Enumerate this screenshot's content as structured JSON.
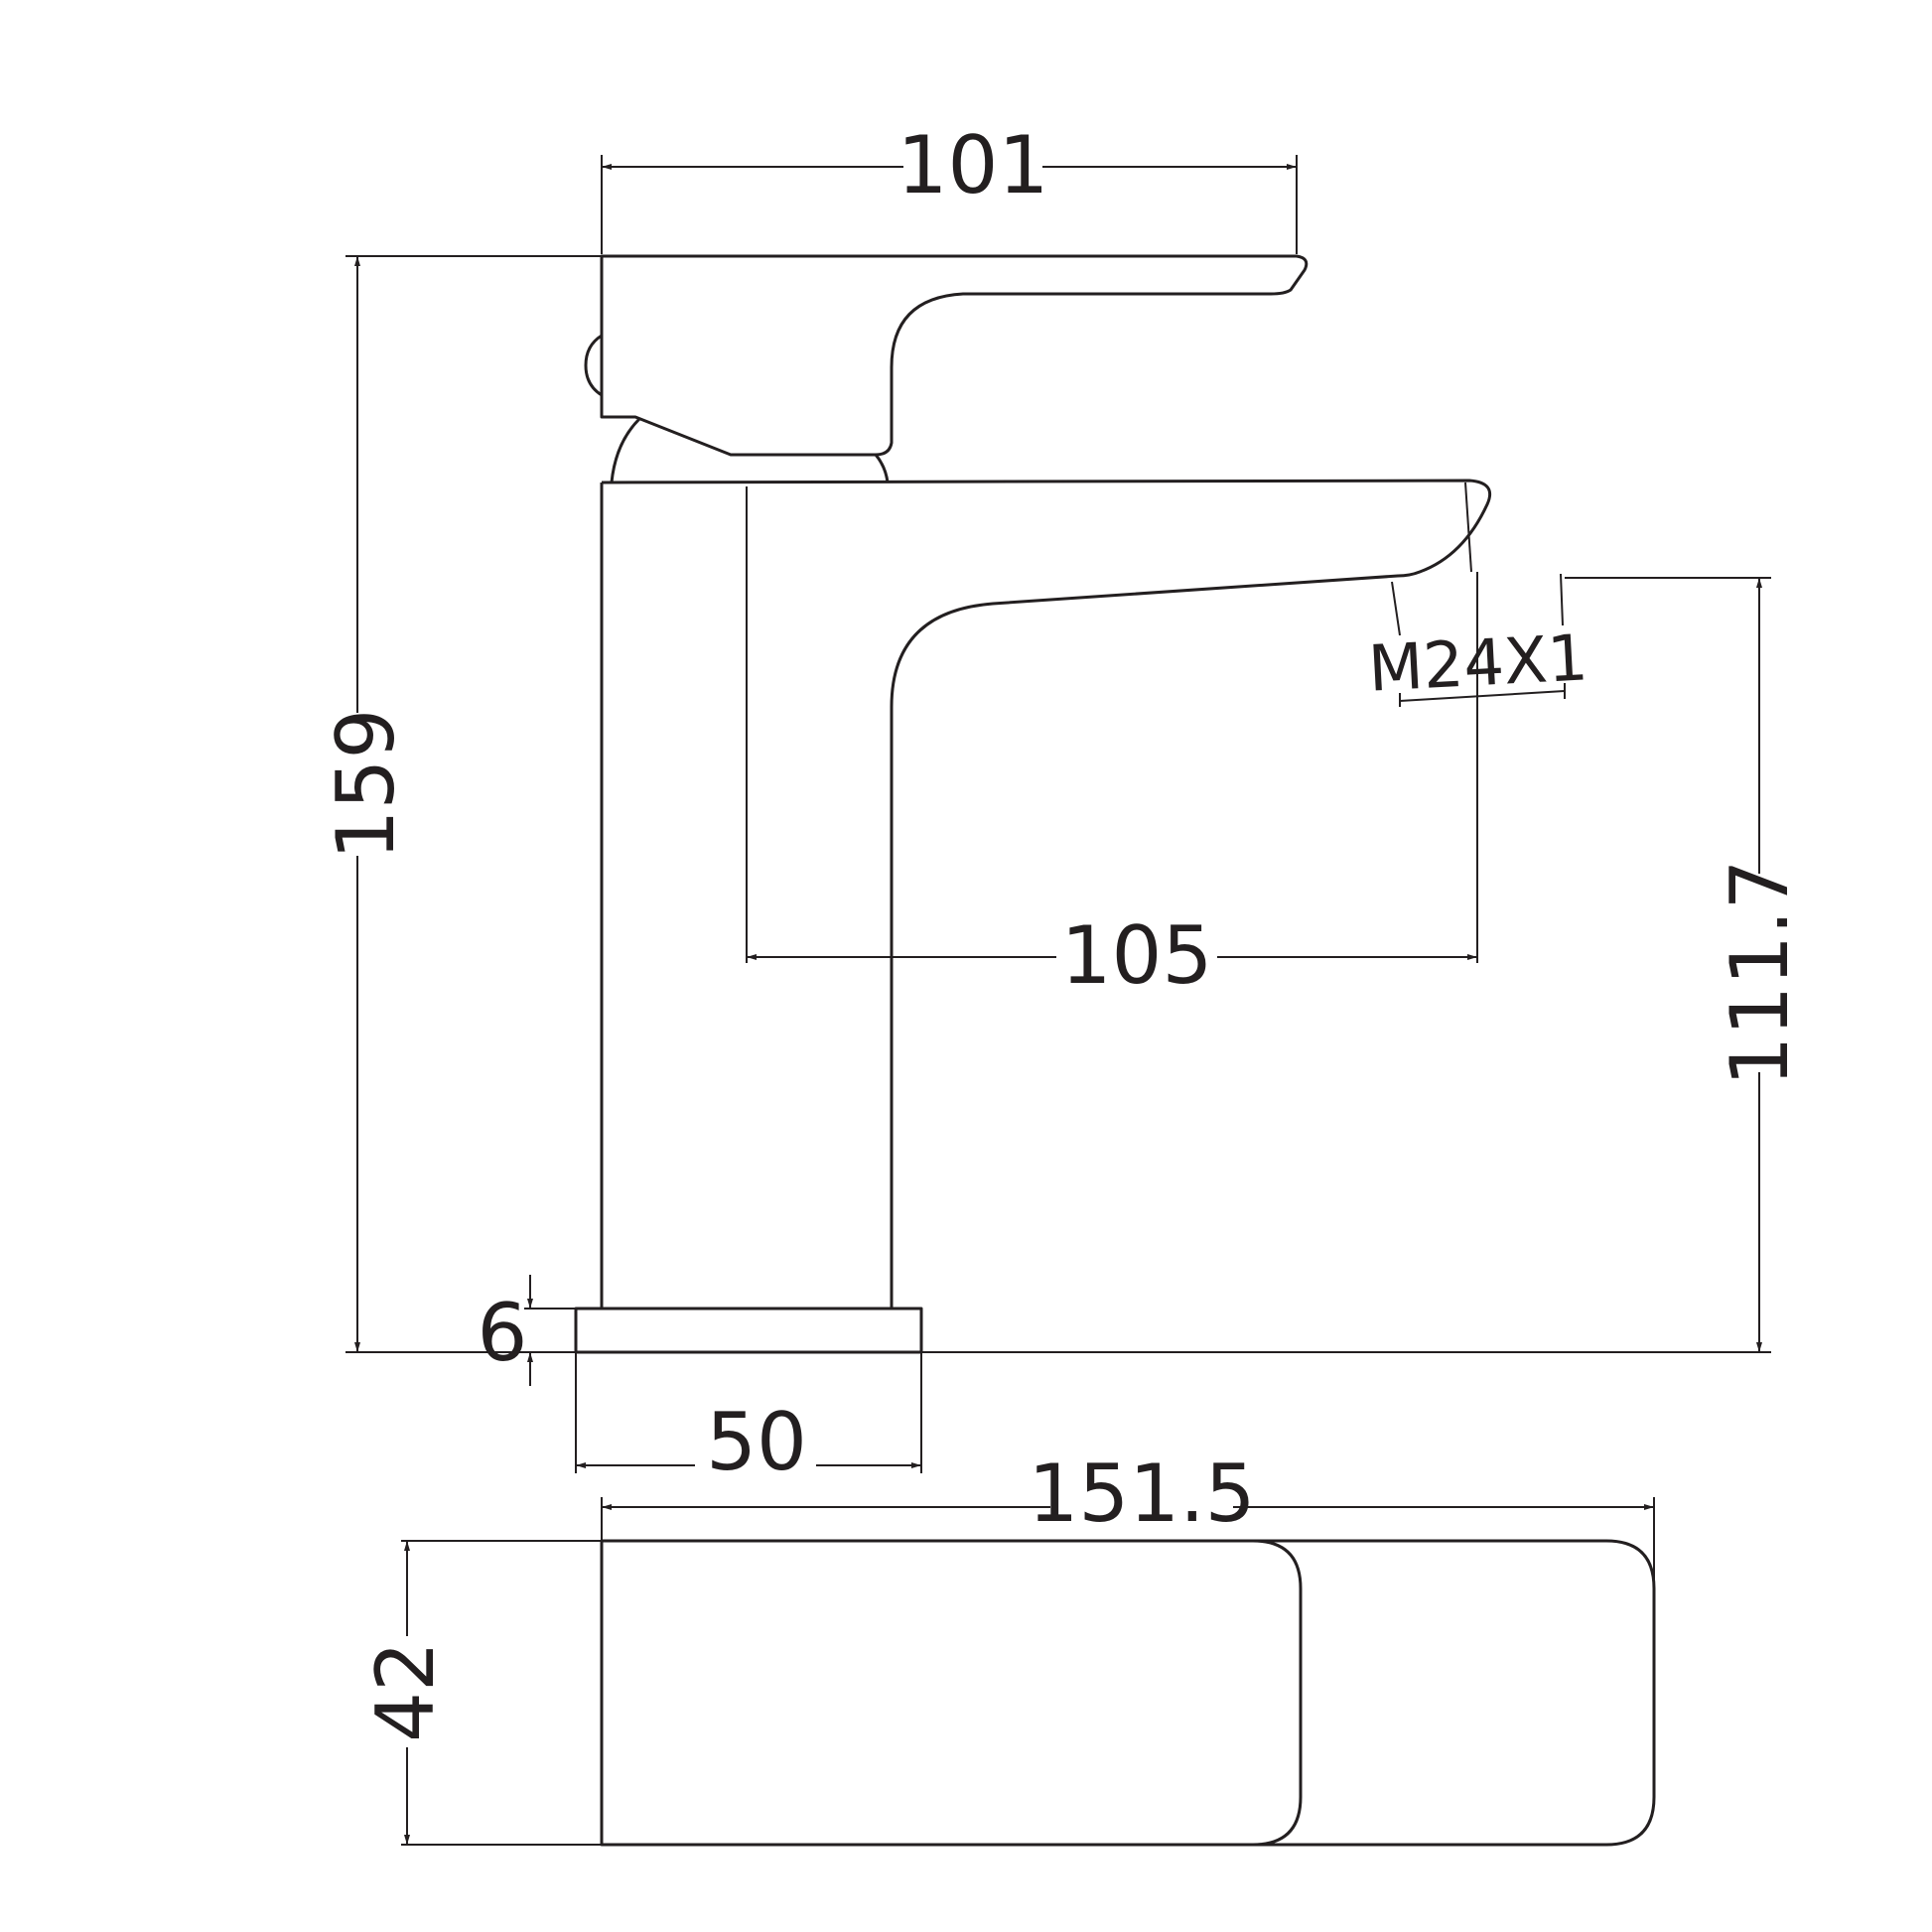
{
  "colors": {
    "line": "#231f20",
    "background": "#ffffff"
  },
  "dimensions": {
    "handle_width": "101",
    "total_height": "159",
    "spout_reach": "105",
    "outlet_height": "111.7",
    "outlet_thread": "M24X1",
    "base_thickness": "6",
    "base_diameter": "50",
    "total_length": "151.5",
    "body_width": "42"
  }
}
